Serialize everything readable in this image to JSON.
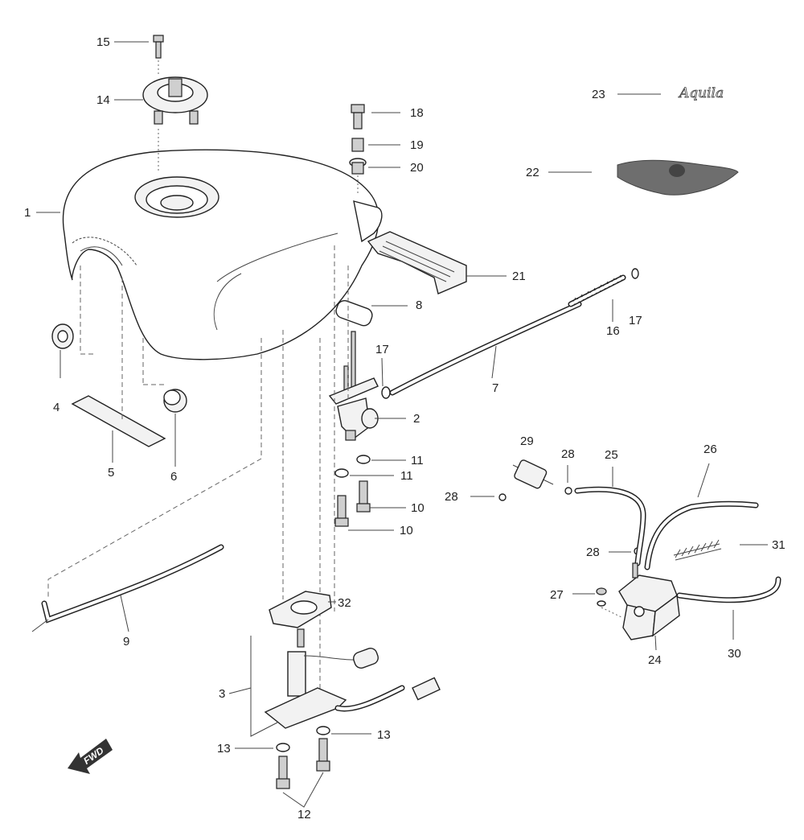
{
  "diagram": {
    "labels": [
      "1",
      "2",
      "3",
      "4",
      "5",
      "6",
      "7",
      "8",
      "9",
      "10",
      "10",
      "11",
      "11",
      "12",
      "13",
      "13",
      "14",
      "15",
      "16",
      "17",
      "17",
      "18",
      "19",
      "20",
      "21",
      "22",
      "23",
      "24",
      "25",
      "26",
      "27",
      "28",
      "28",
      "28",
      "29",
      "30",
      "31",
      "32"
    ],
    "logo_text": "Aquila",
    "direction_text": "FWD"
  }
}
